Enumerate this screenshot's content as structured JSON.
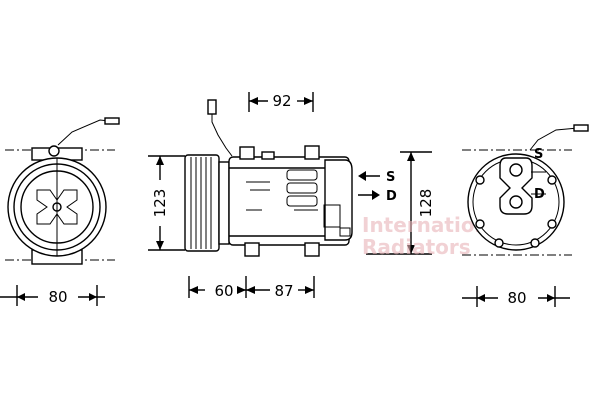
{
  "dimensions": {
    "left_width": "80",
    "top_length": "92",
    "side_height": "123",
    "pulley_length": "60",
    "body_length": "87",
    "right_height": "128",
    "right_width": "80"
  },
  "port_labels": {
    "suction": "S",
    "discharge": "D"
  },
  "watermark": {
    "line1": "International",
    "line2": "Radiators"
  },
  "colors": {
    "line": "#000000",
    "watermark": "#e8b4b8"
  }
}
